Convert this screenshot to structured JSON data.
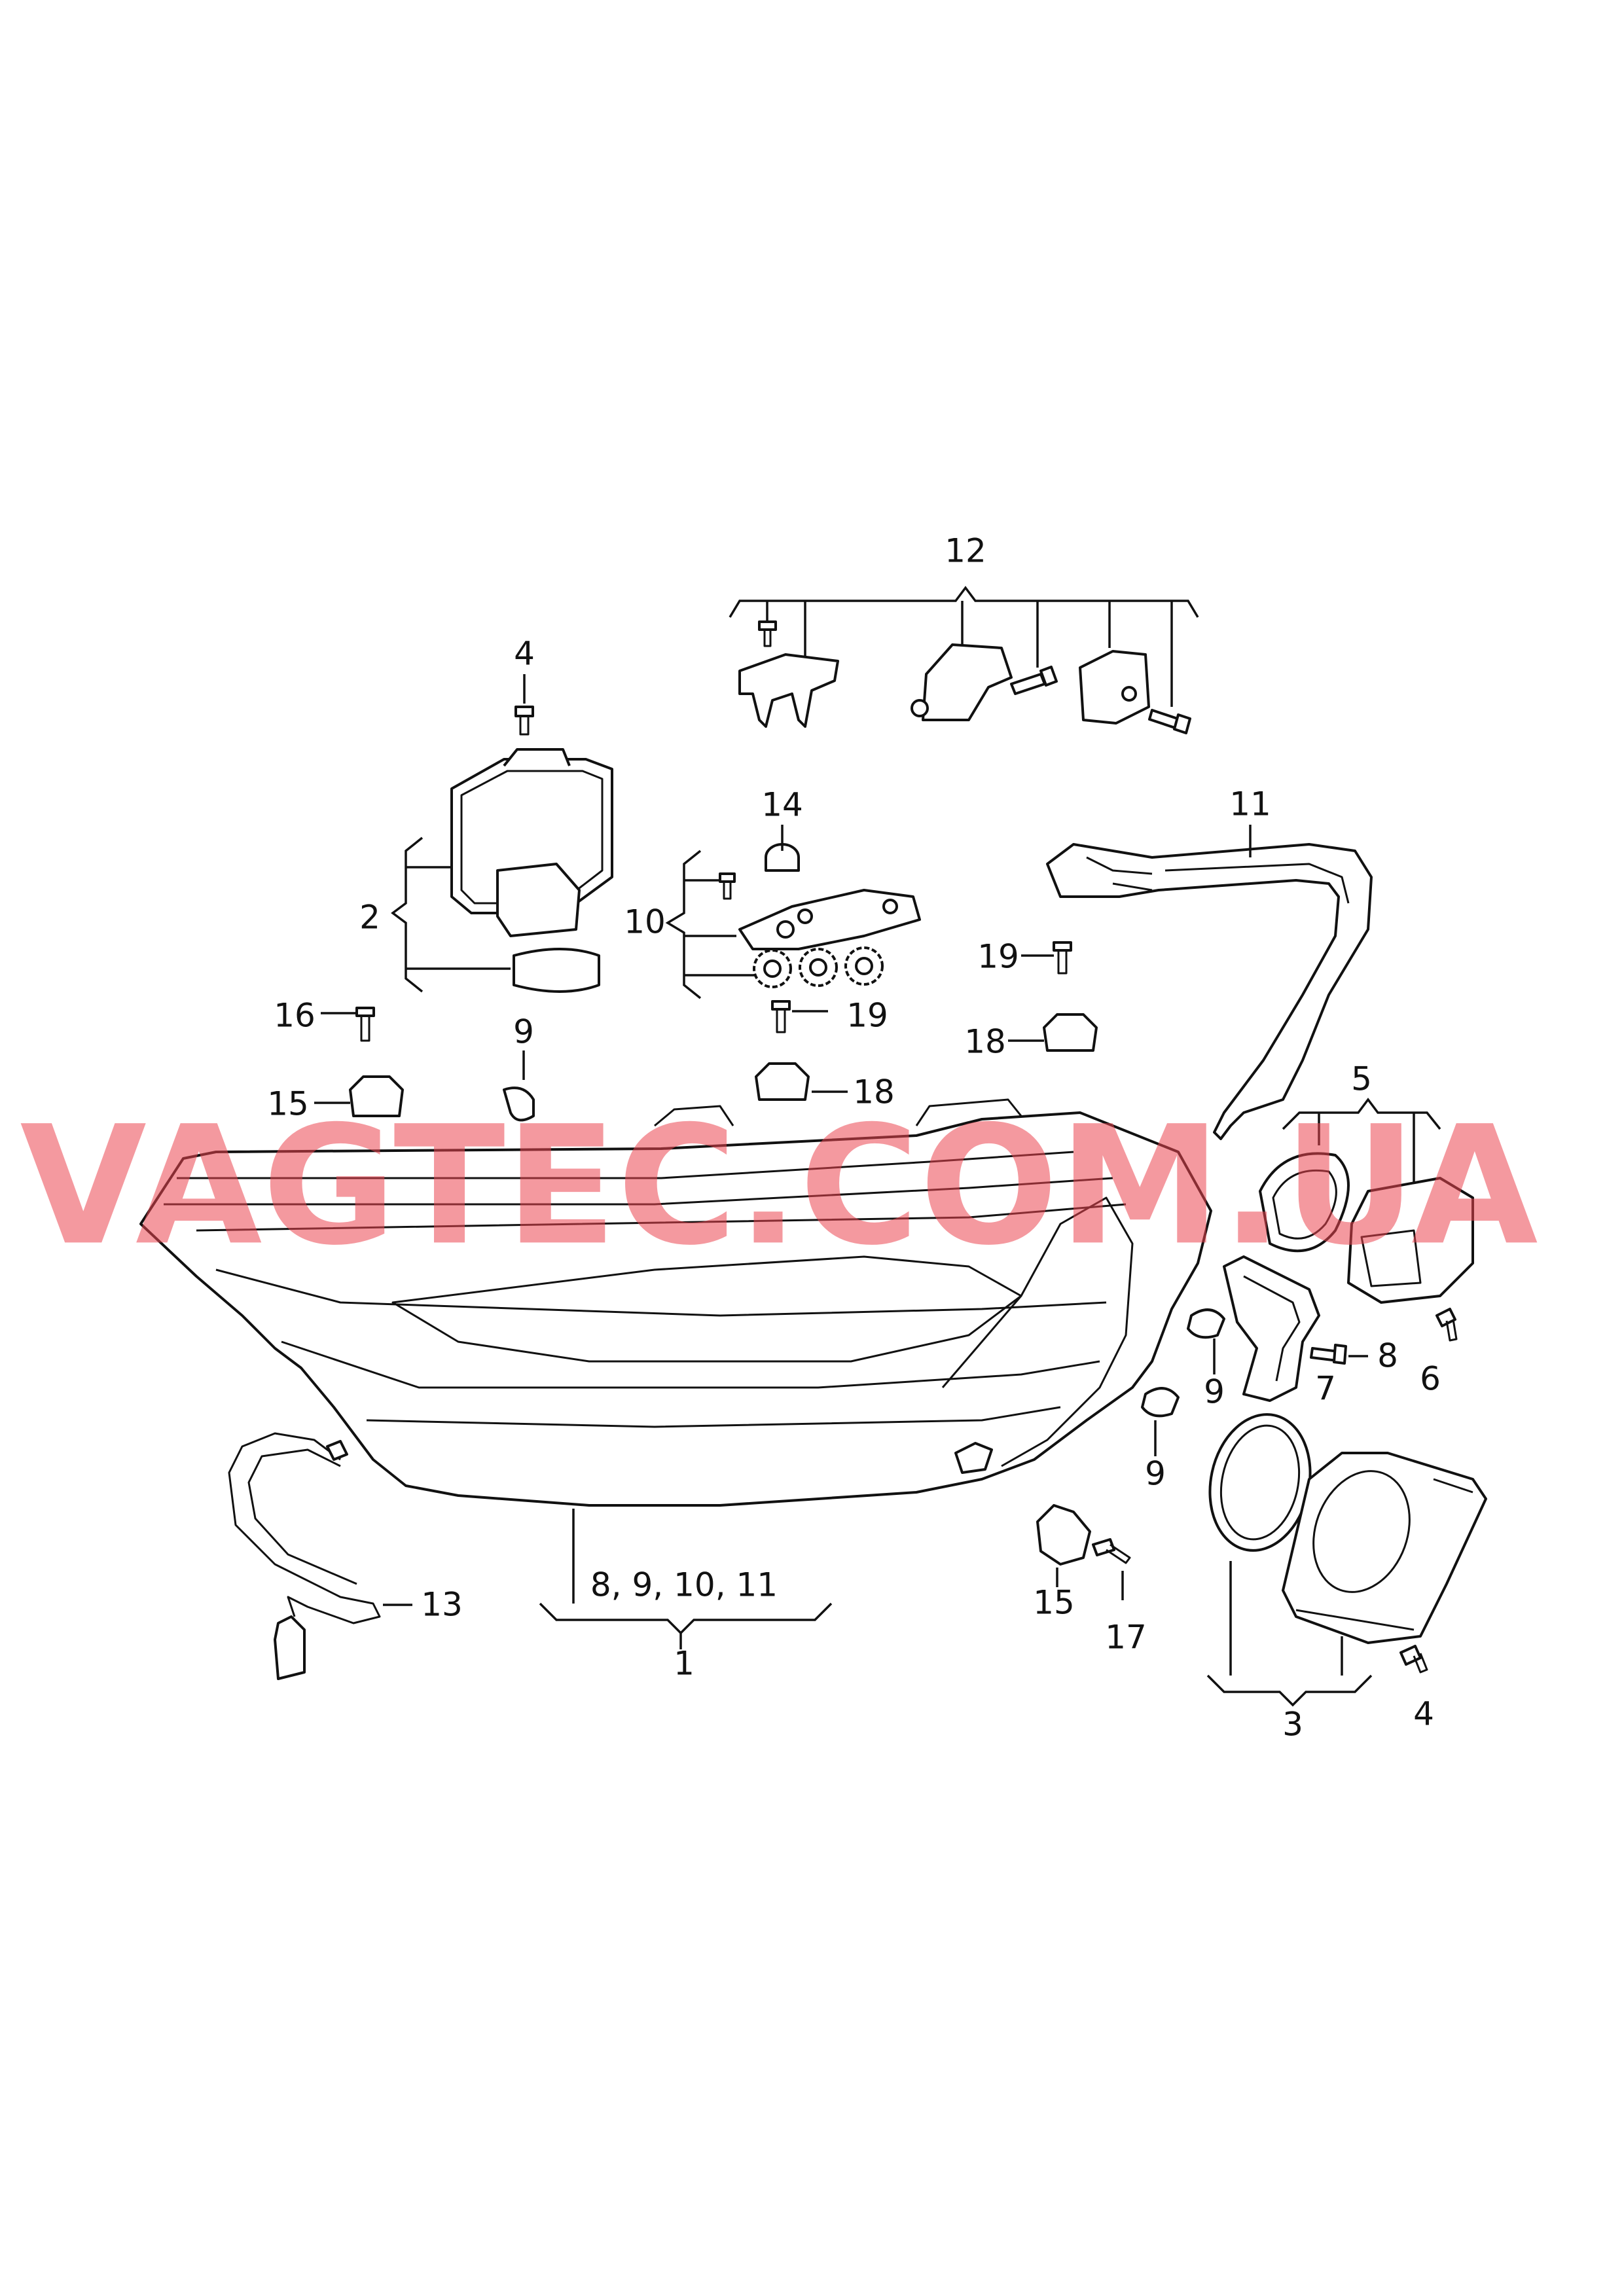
{
  "watermark": "VAGTEC.COM.UA",
  "callouts": {
    "c1": "1",
    "c1_sub": "8, 9, 10, 11",
    "c2": "2",
    "c3": "3",
    "c4_top": "4",
    "c4_bottom": "4",
    "c5": "5",
    "c6": "6",
    "c7": "7",
    "c8": "8",
    "c9_left": "9",
    "c9_mid_upper": "9",
    "c9_mid_lower": "9",
    "c10": "10",
    "c11": "11",
    "c12": "12",
    "c13": "13",
    "c14": "14",
    "c15_left": "15",
    "c15_bottom": "15",
    "c16": "16",
    "c17": "17",
    "c18_mid": "18",
    "c18_right": "18",
    "c19_mid": "19",
    "c19_right": "19"
  }
}
